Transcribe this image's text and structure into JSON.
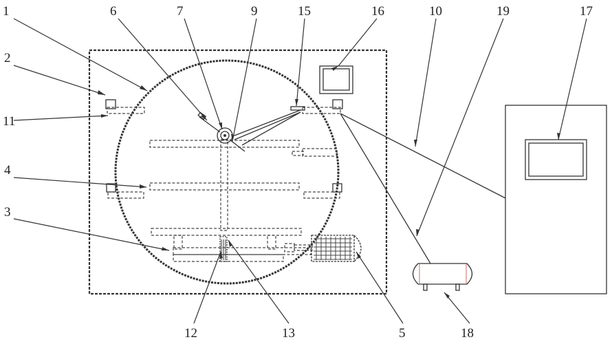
{
  "colors": {
    "line": "#333333",
    "background": "#ffffff"
  },
  "callouts": [
    {
      "id": "c1",
      "text": "1"
    },
    {
      "id": "c2",
      "text": "2"
    },
    {
      "id": "c3",
      "text": "3"
    },
    {
      "id": "c4",
      "text": "4"
    },
    {
      "id": "c5",
      "text": "5"
    },
    {
      "id": "c6",
      "text": "6"
    },
    {
      "id": "c7",
      "text": "7"
    },
    {
      "id": "c9",
      "text": "9"
    },
    {
      "id": "c10",
      "text": "10"
    },
    {
      "id": "c11",
      "text": "11"
    },
    {
      "id": "c12",
      "text": "12"
    },
    {
      "id": "c13",
      "text": "13"
    },
    {
      "id": "c15",
      "text": "15"
    },
    {
      "id": "c16",
      "text": "16"
    },
    {
      "id": "c17",
      "text": "17"
    },
    {
      "id": "c18",
      "text": "18"
    },
    {
      "id": "c19",
      "text": "19"
    }
  ]
}
